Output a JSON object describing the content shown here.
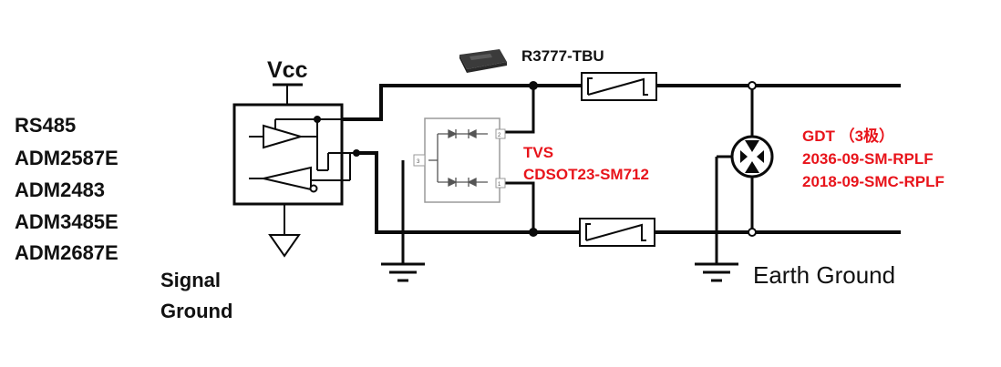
{
  "transceivers": [
    "RS485",
    "ADM2587E",
    "ADM2483",
    "ADM3485E",
    "ADM2687E"
  ],
  "vcc_label": "Vcc",
  "signal_ground_label": [
    "Signal",
    "Ground"
  ],
  "earth_ground_label": "Earth Ground",
  "tbu_label": "R3777-TBU",
  "tvs": {
    "title": "TVS",
    "part": "CDSOT23-SM712",
    "pin_marks": [
      "2",
      "1",
      "3"
    ]
  },
  "gdt": {
    "title": "GDT （3极）",
    "parts": [
      "2036-09-SM-RPLF",
      "2018-09-SMC-RPLF"
    ]
  },
  "colors": {
    "wire": "#0a0a0a",
    "annotation": "#e8141b",
    "component_gray": "#9a9a9a"
  }
}
